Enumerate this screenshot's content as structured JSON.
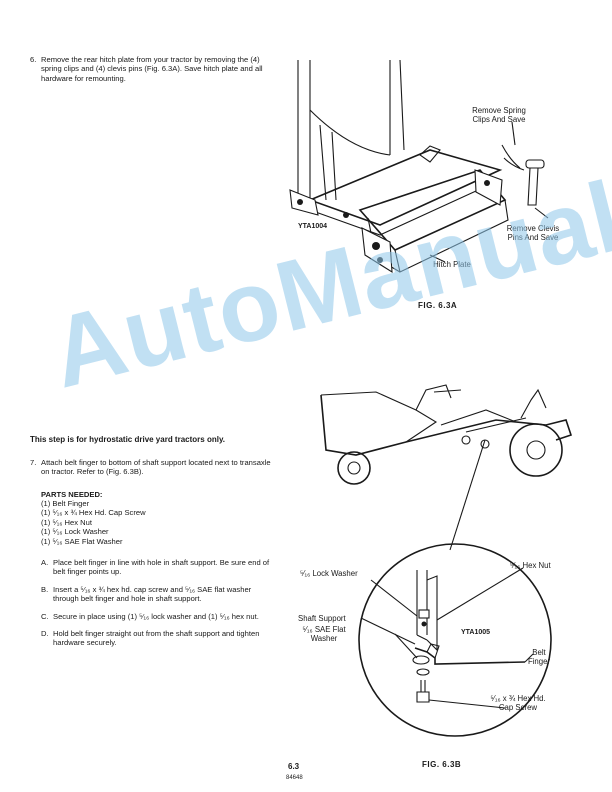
{
  "step6": {
    "number": "6.",
    "text": "Remove the rear hitch plate from your tractor by removing the (4) spring clips and (4) clevis pins (Fig. 6.3A). Save hitch plate and all hardware for remounting."
  },
  "fig_a": {
    "code": "YTA1004",
    "callout_spring": "Remove Spring Clips And Save",
    "callout_clevis": "Remove Clevis Pins And Save",
    "callout_hitch": "Hitch Plate",
    "caption": "FIG. 6.3A"
  },
  "hydro_note": "This step is for hydrostatic drive yard tractors only.",
  "step7": {
    "number": "7.",
    "text": "Attach belt finger to bottom of shaft support located next to transaxle on tractor. Refer to (Fig. 6.3B).",
    "parts_heading": "PARTS NEEDED:",
    "parts": [
      "(1) Belt Finger",
      "(1) ⁵⁄₁₆ x ¾ Hex Hd. Cap Screw",
      "(1) ⁵⁄₁₆ Hex Nut",
      "(1) ⁵⁄₁₆ Lock Washer",
      "(1) ⁵⁄₁₆ SAE Flat Washer"
    ],
    "substeps": [
      {
        "letter": "A.",
        "text": "Place belt finger in line with hole in shaft support. Be sure end of belt finger points up."
      },
      {
        "letter": "B.",
        "text": "Insert a ⁵⁄₁₆ x ¾ hex hd. cap screw and ⁵⁄₁₆ SAE flat washer through belt finger and hole in shaft support."
      },
      {
        "letter": "C.",
        "text": "Secure in place using (1) ⁵⁄₁₆ lock washer and (1) ⁵⁄₁₆ hex nut."
      },
      {
        "letter": "D.",
        "text": "Hold belt finger straight out from the shaft support and tighten hardware securely."
      }
    ]
  },
  "fig_b": {
    "code": "YTA1005",
    "lock_washer": "⁵⁄₁₆ Lock Washer",
    "hex_nut": "⁵⁄₁₆ Hex Nut",
    "shaft_support": "Shaft Support",
    "sae_flat_washer": "⁵⁄₁₆ SAE Flat Washer",
    "belt_finger": "Belt Finger",
    "cap_screw": "⁵⁄₁₆ x ¾ Hex Hd. Cap Screw",
    "caption": "FIG. 6.3B"
  },
  "footer": {
    "page": "6.3",
    "doc_code": "84648"
  },
  "watermark": "AutoManual"
}
